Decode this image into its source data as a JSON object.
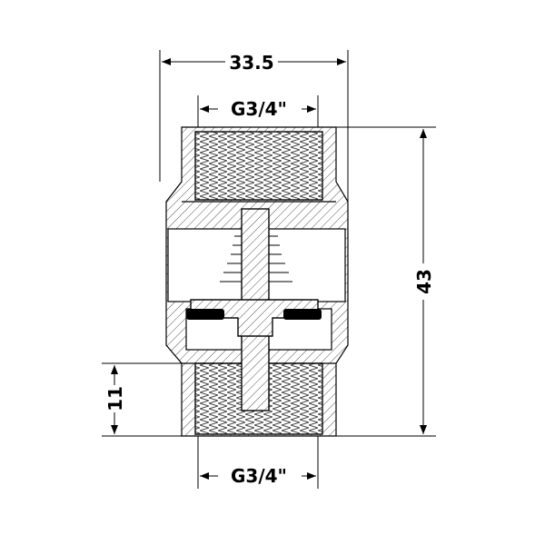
{
  "dimensions": {
    "width_label": "33.5",
    "top_thread_label": "G3/4\"",
    "height_label": "43",
    "thread_length_label": "11",
    "bottom_thread_label": "G3/4\""
  },
  "colors": {
    "line": "#000000",
    "hatch": "#555555",
    "seal": "#000000"
  }
}
